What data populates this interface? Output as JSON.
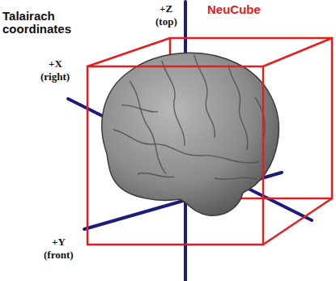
{
  "diagram": {
    "labels": [
      "Talairach coordinates",
      "NeuCube",
      "+Z",
      "(top)",
      "+X",
      "(right)",
      "+Y",
      "(front)"
    ]
  }
}
